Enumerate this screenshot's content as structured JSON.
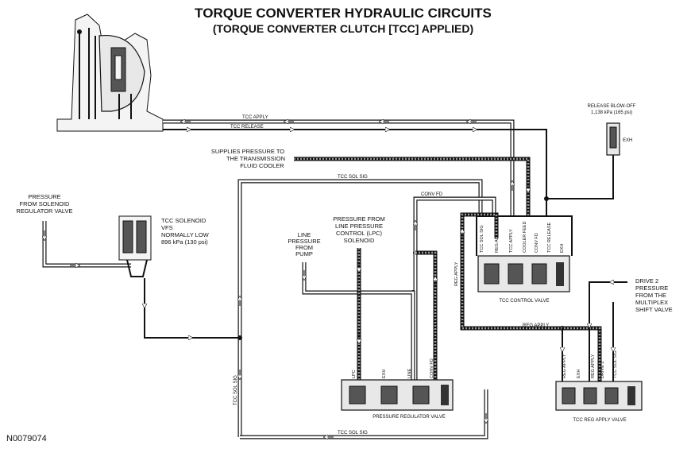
{
  "title": "TORQUE CONVERTER HYDRAULIC CIRCUITS",
  "subtitle": "(TORQUE CONVERTER CLUTCH [TCC] APPLIED)",
  "figure_id": "N0079074",
  "labels": {
    "tcc_apply": "TCC APPLY",
    "tcc_release": "TCC RELEASE",
    "release_blowoff_1": "RELEASE BLOW-OFF",
    "release_blowoff_2": "1,138 kPa (165 psi)",
    "exh": "EXH",
    "cooler_1": "SUPPLIES PRESSURE TO",
    "cooler_2": "THE TRANSMISSION",
    "cooler_3": "FLUID COOLER",
    "tcc_sol_sig_top": "TCC SOL SIG",
    "tcc_sol_sig_bottom": "TCC SOL SIG",
    "tcc_sol_sig_left": "TCC SOL SIG",
    "conv_fd": "CONV FD",
    "pressure_sol_1": "PRESSURE",
    "pressure_sol_2": "FROM SOLENOID",
    "pressure_sol_3": "REGULATOR VALVE",
    "tcc_solenoid_1": "TCC SOLENOID",
    "tcc_solenoid_2": "VFS",
    "tcc_solenoid_3": "NORMALLY LOW",
    "tcc_solenoid_4": "896 kPa (130 psi)",
    "line_pressure_1": "LINE",
    "line_pressure_2": "PRESSURE",
    "line_pressure_3": "FROM",
    "line_pressure_4": "PUMP",
    "lpc_1": "PRESSURE FROM",
    "lpc_2": "LINE PRESSURE",
    "lpc_3": "CONTROL (LPC)",
    "lpc_4": "SOLENOID",
    "tcc_control_valve": "TCC CONTROL VALVE",
    "pressure_regulator_valve": "PRESSURE REGULATOR VALVE",
    "tcc_reg_apply_valve": "TCC REG APPLY VALVE",
    "reg_apply_h": "REG APPLY",
    "reg_apply_v": "REG APPLY",
    "drive2_1": "DRIVE 2",
    "drive2_2": "PRESSURE",
    "drive2_3": "FROM THE",
    "drive2_4": "MULTIPLEX",
    "drive2_5": "SHIFT VALVE",
    "ctrl_ports": [
      "TCC SOL SIG",
      "REG APPLY",
      "TCC APPLY",
      "COOLER FEED",
      "CONV FD",
      "TCC RELEASE",
      "EXH"
    ],
    "prv_ports": [
      "LPC",
      "EXH",
      "LINE",
      "CONV FD"
    ],
    "reg_ports": [
      "REG APPLY",
      "EXH",
      "REG APPLY",
      "DRIVE 2",
      "TCC SOL SIG"
    ]
  }
}
